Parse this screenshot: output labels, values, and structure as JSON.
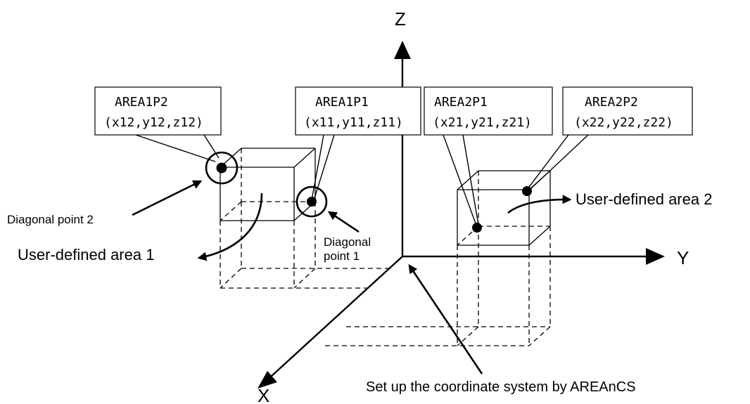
{
  "axes": {
    "z": "Z",
    "y": "Y",
    "x": "X"
  },
  "callouts": [
    {
      "name": "AREA1P2",
      "coords": "(x12,y12,z12)"
    },
    {
      "name": "AREA1P1",
      "coords": "(x11,y11,z11)"
    },
    {
      "name": "AREA2P1",
      "coords": "(x21,y21,z21)"
    },
    {
      "name": "AREA2P2",
      "coords": "(x22,y22,z22)"
    }
  ],
  "labels": {
    "diagonal_point_2": "Diagonal point 2",
    "diagonal_point_1_line1": "Diagonal",
    "diagonal_point_1_line2": "point 1",
    "area1": "User-defined area 1",
    "area2": "User-defined area 2",
    "coord_system": "Set up the coordinate system by AREAnCS"
  }
}
